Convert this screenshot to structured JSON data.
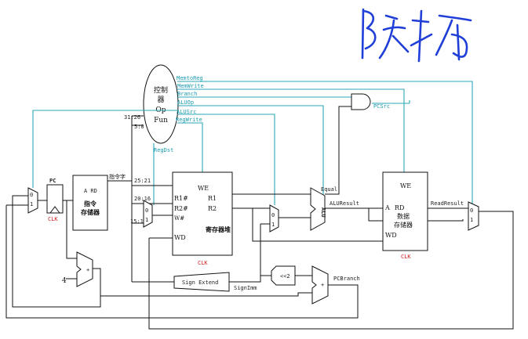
{
  "signature": "陈栋",
  "control_unit": {
    "title_1": "控制",
    "title_2": "器",
    "op": "Op",
    "fun": "Fun"
  },
  "control_signals": [
    "MemtoReg",
    "MemWrite",
    "Branch",
    "ALUOp",
    "ALUSrc",
    "RegWrite"
  ],
  "regdst": "RegDst",
  "pcsrc": "PCSrc",
  "field_labels": {
    "op_field": "31:26",
    "fun_field": "5:0",
    "rs_field": "25:21",
    "rt_field": "20:16",
    "rd_field": "15:11"
  },
  "pc": {
    "label": "PC",
    "clk": "CLK"
  },
  "imem": {
    "port": "A RD",
    "title_1": "指令",
    "title_2": "存储器"
  },
  "instr_label": "指令字",
  "adder_const": "4",
  "adder_sign": "+",
  "regfile": {
    "we": "WE",
    "r1n": "R1#",
    "r2n": "R2#",
    "wn": "W#",
    "wd": "WD",
    "r1": "R1",
    "r2": "R2",
    "title": "寄存器堆",
    "clk": "CLK"
  },
  "alu": {
    "label": "ALU",
    "equal": "Equal",
    "result": "ALUResult"
  },
  "dmem": {
    "we": "WE",
    "a": "A",
    "rd": "RD",
    "title_1": "数据",
    "title_2": "存储器",
    "wd": "WD",
    "clk": "CLK"
  },
  "read_result": "ReadResult",
  "sign_extend": "Sign Extend",
  "sign_imm": "SignImm",
  "shift": "<<2",
  "pc_branch": "PCBranch",
  "mux_bits": {
    "zero": "0",
    "one": "1"
  }
}
